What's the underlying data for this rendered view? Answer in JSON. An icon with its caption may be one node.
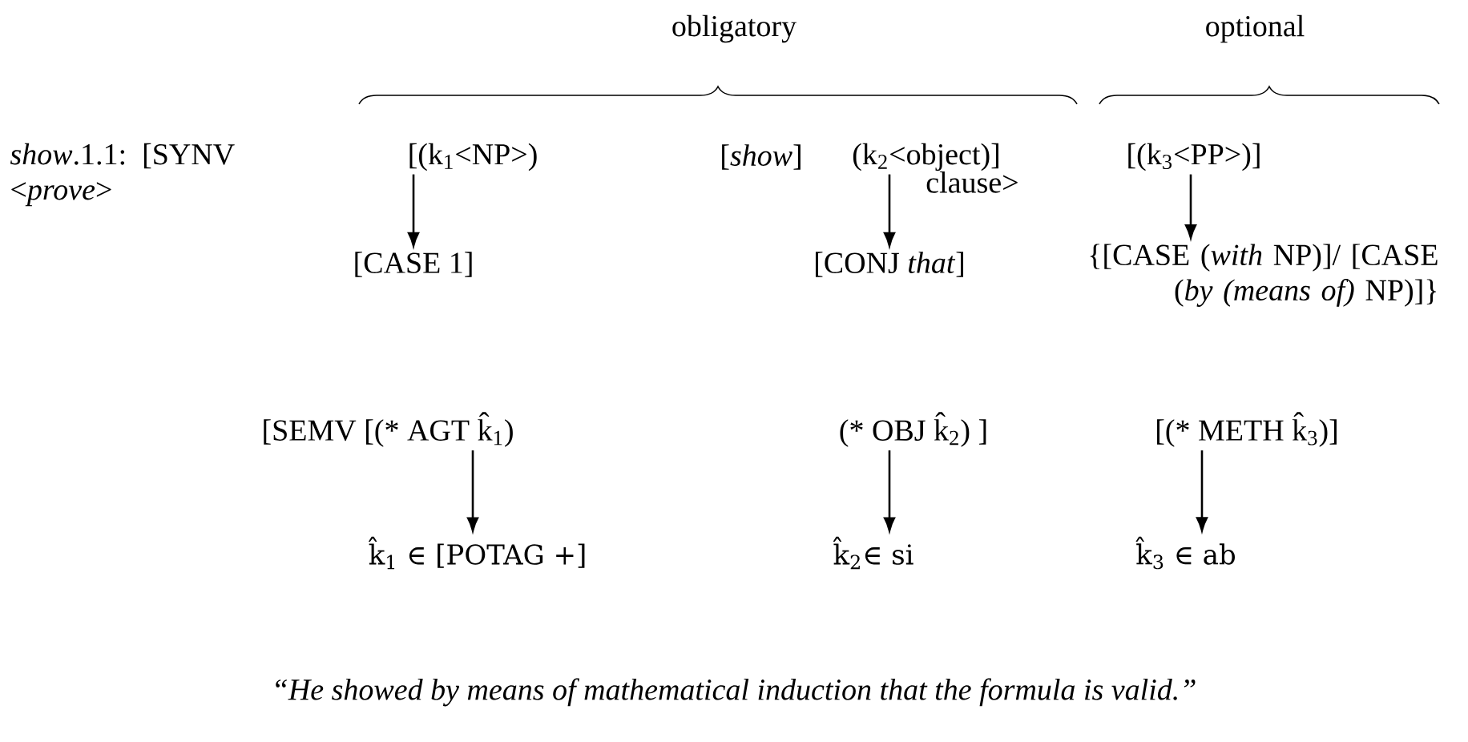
{
  "diagram": {
    "caption": "“He showed by means of mathematical induction that the formula is valid.”",
    "nodes": [
      {
        "text": [
          "[(k$_{1}$<NP>)"
        ]
      },
      {
        "text": [
          "(k$_{2}$<object)]"
        ],
        "beside": [
          "clause>"
        ]
      },
      {
        "text": [
          "[(k$_{3}$<PP>)]"
        ]
      },
      {
        "text": [
          "[CASE 1]"
        ]
      },
      {
        "text": [
          "[CONJ *that*]"
        ]
      },
      {
        "text": [
          "{[CASE (*with* NP)]/ [CASE (*by (means of)* NP)]}"
        ]
      },
      {
        "text": [
          "[SEMV  [(* AGT  k̂$_{1}$)"
        ]
      },
      {
        "text": [
          "(* OBJ  k̂$_{2}$) ]"
        ]
      },
      {
        "text": [
          "[(* METH  k̂$_{3}$)]"
        ]
      },
      {
        "text": [
          "k̂$_{1}$ ∈ [POTAG +]"
        ]
      },
      {
        "text": [
          "k̂$_{2}$∈ si"
        ]
      },
      {
        "text": [
          "k̂$_{3}$ ∈ ab"
        ]
      }
    ],
    "edges": [
      {
        "from": 0,
        "to": 3,
        "arrow": "to"
      },
      {
        "from": 1,
        "to": 4,
        "arrow": "to"
      },
      {
        "from": 2,
        "to": 5,
        "arrow": "to"
      },
      {
        "from": 6,
        "to": 9,
        "arrow": "to"
      },
      {
        "from": 7,
        "to": 10,
        "arrow": "to"
      },
      {
        "from": 8,
        "to": 11,
        "arrow": "to"
      }
    ],
    "labels": [
      "obligatory",
      "optional",
      "*show*.1.1: [SYNV <*prove*>",
      "[*show*]"
    ]
  }
}
